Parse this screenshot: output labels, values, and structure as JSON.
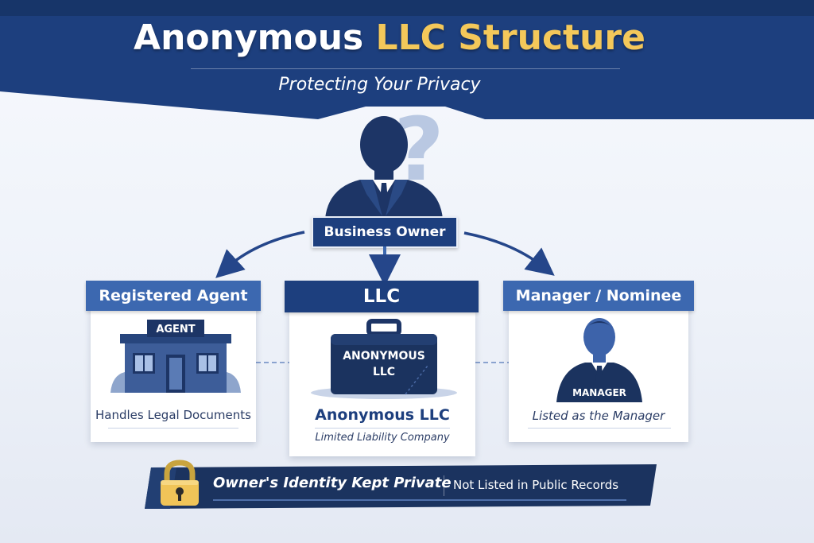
{
  "header": {
    "title_part1": "Anonymous",
    "title_accent": "LLC Structure",
    "subtitle": "Protecting Your Privacy"
  },
  "owner": {
    "label": "Business Owner",
    "icons": [
      "person-silhouette-icon",
      "question-mark-icon"
    ]
  },
  "nodes": {
    "registered_agent": {
      "title": "Registered Agent",
      "sign": "AGENT",
      "caption": "Handles Legal Documents",
      "icon": "office-building-icon"
    },
    "llc": {
      "title": "LLC",
      "briefcase_line1": "ANONYMOUS",
      "briefcase_line2": "LLC",
      "name": "Anonymous LLC",
      "caption": "Limited Liability Company",
      "icon": "briefcase-icon"
    },
    "manager": {
      "title": "Manager / Nominee",
      "badge": "MANAGER",
      "caption": "Listed as the Manager",
      "icon": "manager-person-icon"
    }
  },
  "privacy": {
    "main": "Owner's Identity Kept Private",
    "sub": "Not Listed in Public Records",
    "icon": "padlock-icon"
  },
  "colors": {
    "navy": "#1d3f7e",
    "blue": "#3c68b0",
    "gold": "#f4c85a",
    "dark_navy": "#1b335f"
  }
}
